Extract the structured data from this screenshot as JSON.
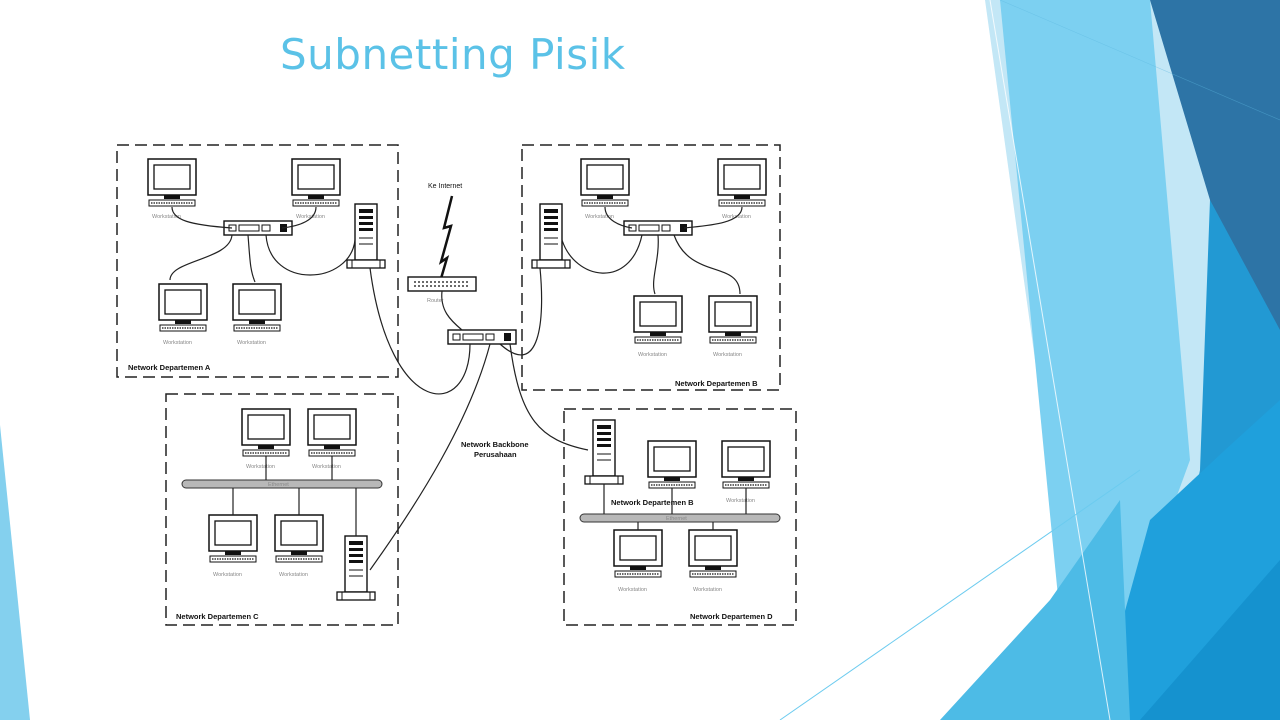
{
  "slide": {
    "title": "Subnetting Pisik"
  },
  "theme": {
    "title_color": "#5bc2e7",
    "accent_light": "#a8dcf0",
    "accent_mid": "#38b2e0",
    "accent_dark": "#2e77a8"
  },
  "diagram": {
    "internet_label": "Ke Internet",
    "router_label": "Router",
    "backbone_label_line1": "Network Backbone",
    "backbone_label_line2": "Perusahaan",
    "workstation_label": "Workstation",
    "ethernet_label": "Ethernet",
    "departments": {
      "a": "Network Departemen A",
      "b": "Network Departemen B",
      "c": "Network Departemen C",
      "d": "Network Departemen D",
      "d_overlap": "Network Departemen B"
    }
  }
}
